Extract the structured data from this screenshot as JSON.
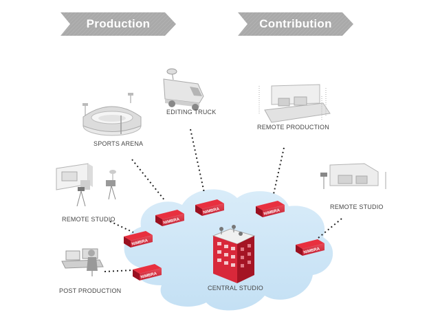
{
  "banners": {
    "left": "Production",
    "right": "Contribution"
  },
  "locations": {
    "sports_arena": "SPORTS ARENA",
    "editing_truck": "EDITING TRUCK",
    "remote_production": "REMOTE PRODUCTION",
    "remote_studio_left": "REMOTE STUDIO",
    "remote_studio_right": "REMOTE STUDIO",
    "post_production": "POST PRODUCTION",
    "central_studio": "CENTRAL STUDIO"
  },
  "device_label": "NIMBRA",
  "colors": {
    "banner": "#a9a9a9",
    "node_red": "#d8283a",
    "cloud": "#cfe6f7"
  }
}
